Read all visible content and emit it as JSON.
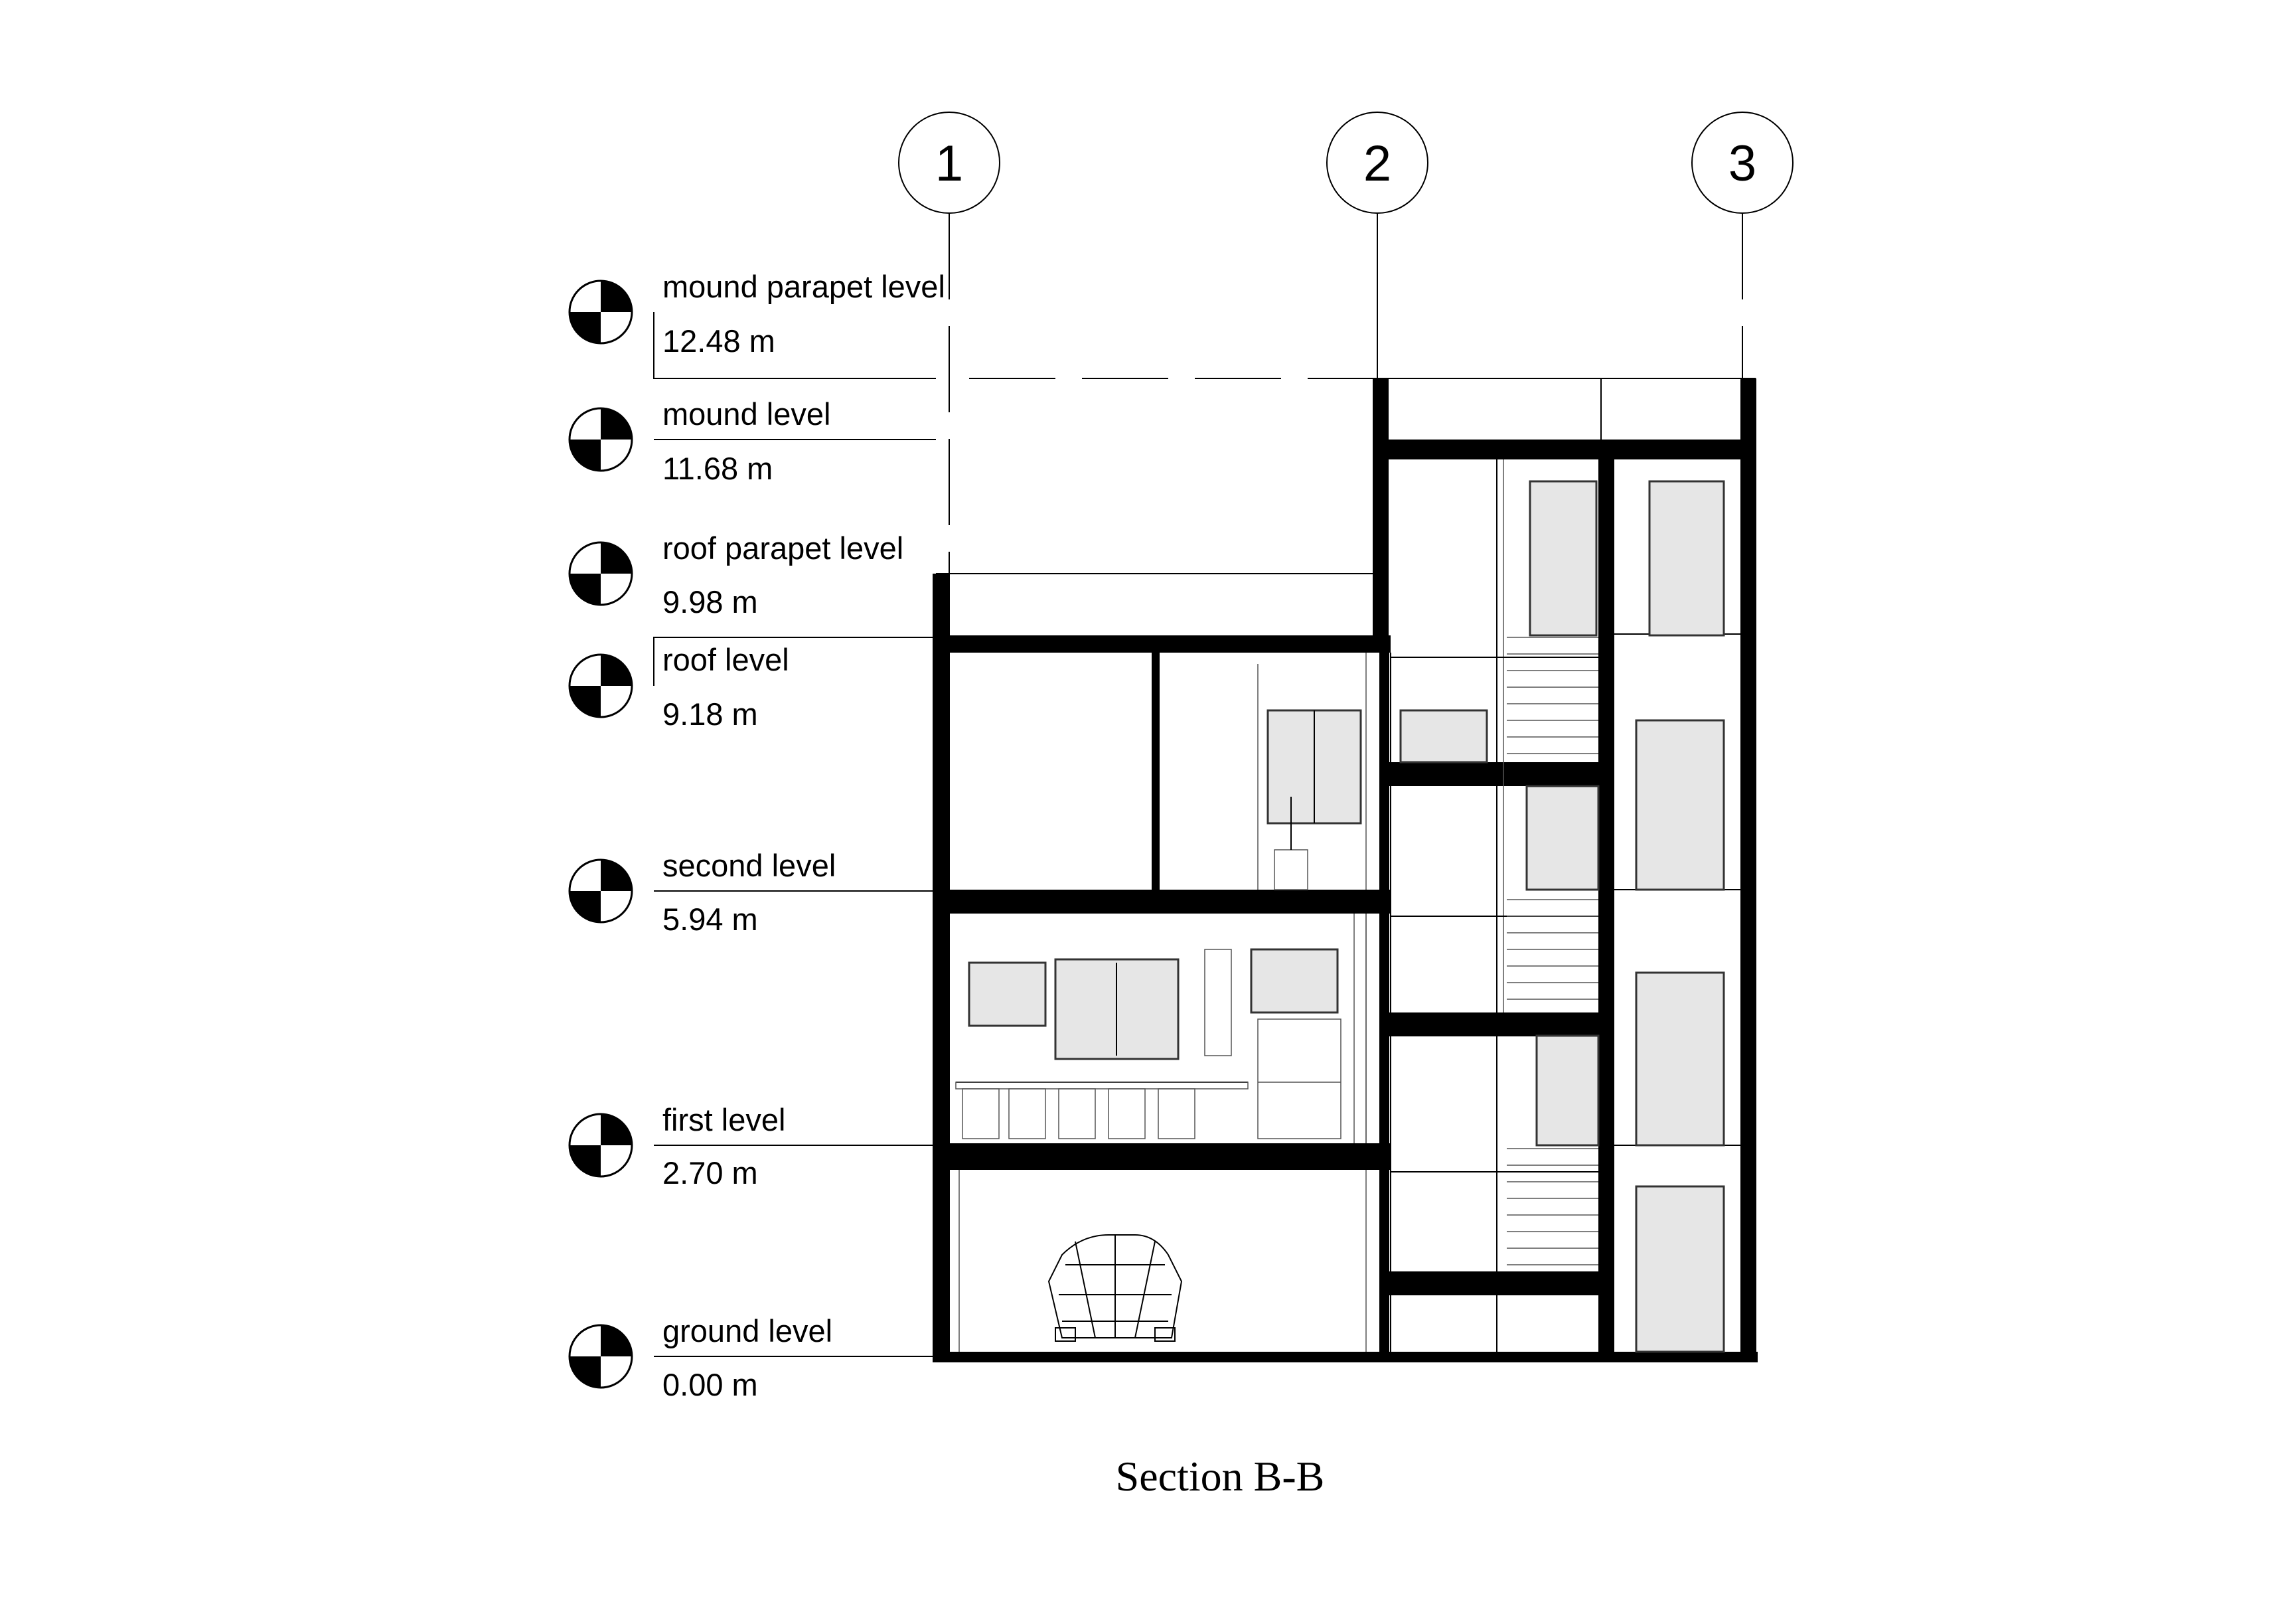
{
  "title": "Section B-B",
  "grid_axes": [
    {
      "label": "1"
    },
    {
      "label": "2"
    },
    {
      "label": "3"
    }
  ],
  "levels": [
    {
      "name": "mound parapet level",
      "elevation": "12.48 m"
    },
    {
      "name": "mound level",
      "elevation": "11.68 m"
    },
    {
      "name": "roof parapet level",
      "elevation": "9.98 m"
    },
    {
      "name": "roof level",
      "elevation": "9.18 m"
    },
    {
      "name": "second level",
      "elevation": "5.94 m"
    },
    {
      "name": "first level",
      "elevation": "2.70 m"
    },
    {
      "name": "ground level",
      "elevation": "0.00 m"
    }
  ]
}
